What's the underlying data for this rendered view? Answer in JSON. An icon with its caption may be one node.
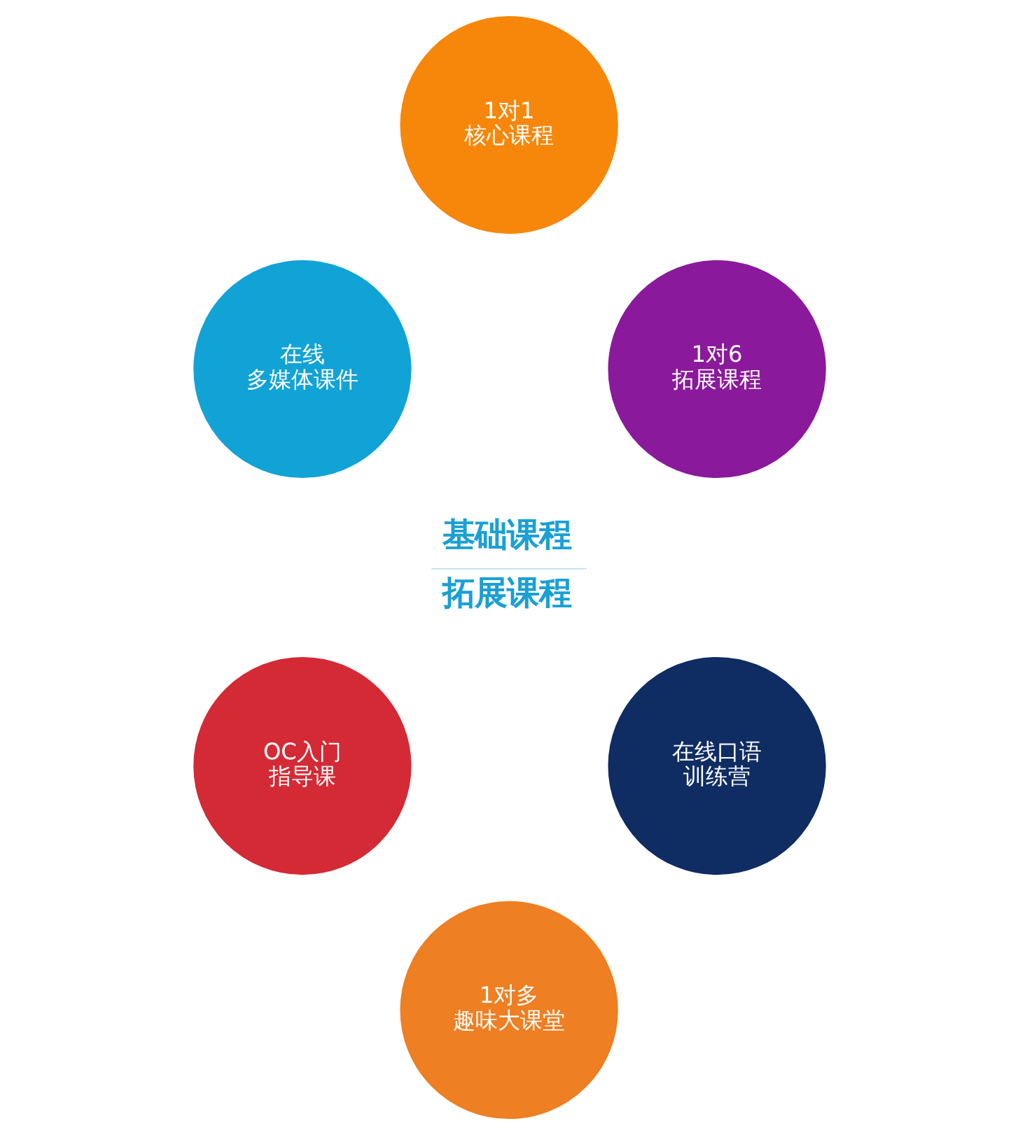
{
  "diagram": {
    "nodes": [
      {
        "text": [
          "1对1",
          "核心课程"
        ]
      },
      {
        "text": [
          "在线",
          "多媒体课件"
        ]
      },
      {
        "text": [
          "1对6",
          "拓展课程"
        ]
      },
      {
        "text": [
          "OC入门",
          "指导课"
        ]
      },
      {
        "text": [
          "在线口语",
          "训练营"
        ]
      },
      {
        "text": [
          "1对多",
          "趣味大课堂"
        ]
      }
    ],
    "labels": [
      "基础课程",
      "拓展课程"
    ]
  }
}
